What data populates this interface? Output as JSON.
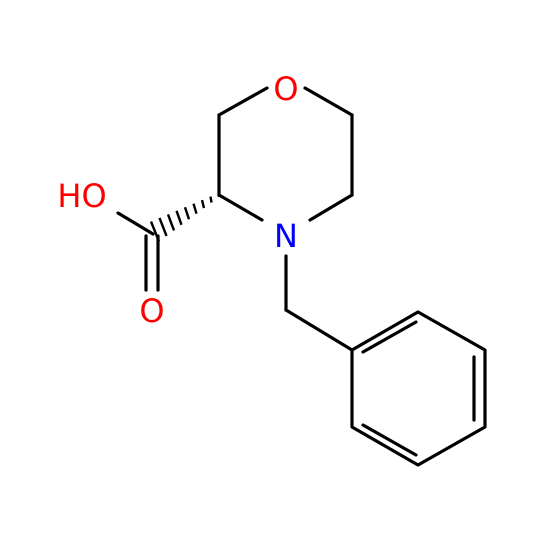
{
  "molecule": {
    "atoms": {
      "ring_oxygen": "O",
      "ring_nitrogen": "N",
      "hydroxyl": "HO",
      "carbonyl_oxygen": "O"
    },
    "colors": {
      "bond": "#000000",
      "oxygen": "#ff0000",
      "nitrogen": "#0000ff",
      "background": "#ffffff"
    }
  }
}
